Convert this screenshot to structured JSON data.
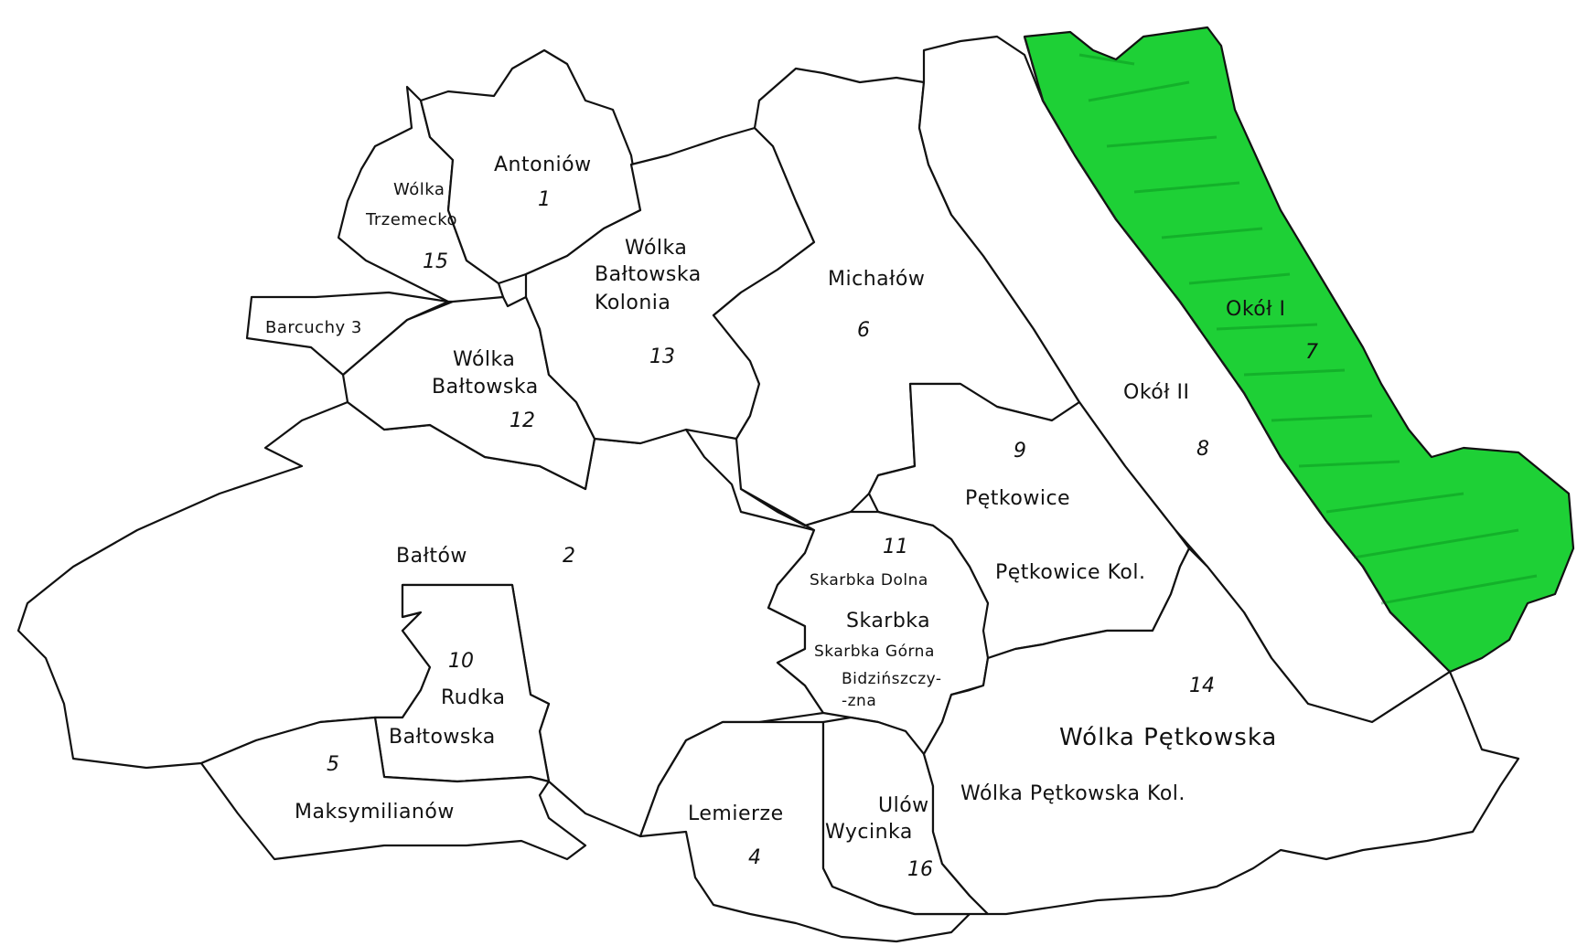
{
  "highlight_color": "#1ed036",
  "labels": {
    "antoniow": "Antoniów",
    "antoniow_num": "1",
    "wolka_trzemecko_1": "Wólka",
    "wolka_trzemecko_2": "Trzemecko",
    "wolka_trzemecko_num": "15",
    "barcuchy": "Barcuchy 3",
    "wolka_baltowska_kolonia_1": "Wólka",
    "wolka_baltowska_kolonia_2": "Bałtowska",
    "wolka_baltowska_kolonia_3": "Kolonia",
    "wolka_baltowska_kolonia_num": "13",
    "wolka_baltowska_1": "Wólka",
    "wolka_baltowska_2": "Bałtowska",
    "wolka_baltowska_num": "12",
    "michalow": "Michałów",
    "michalow_num": "6",
    "okol_ii": "Okół II",
    "okol_ii_num": "8",
    "okol_i": "Okół I",
    "okol_i_num": "7",
    "petkowice_num": "9",
    "petkowice": "Pętkowice",
    "petkowice_kol": "Pętkowice Kol.",
    "baltow": "Bałtów",
    "baltow_num": "2",
    "skarbka_num": "11",
    "skarbka_dolna": "Skarbka Dolna",
    "skarbka": "Skarbka",
    "skarbka_gorna": "Skarbka Górna",
    "bidzinszczyzna_1": "Bidzińszczy-",
    "bidzinszczyzna_2": "-zna",
    "rudka_num": "10",
    "rudka_1": "Rudka",
    "rudka_2": "Bałtowska",
    "maksymilianow_num": "5",
    "maksymilianow": "Maksymilianów",
    "lemierze": "Lemierze",
    "lemierze_num": "4",
    "ulow": "Ulów",
    "wycinka": "Wycinka",
    "wycinka_num": "16",
    "wolka_petkowska_num": "14",
    "wolka_petkowska": "Wólka Pętkowska",
    "wolka_petkowska_kol": "Wólka Pętkowska Kol."
  }
}
